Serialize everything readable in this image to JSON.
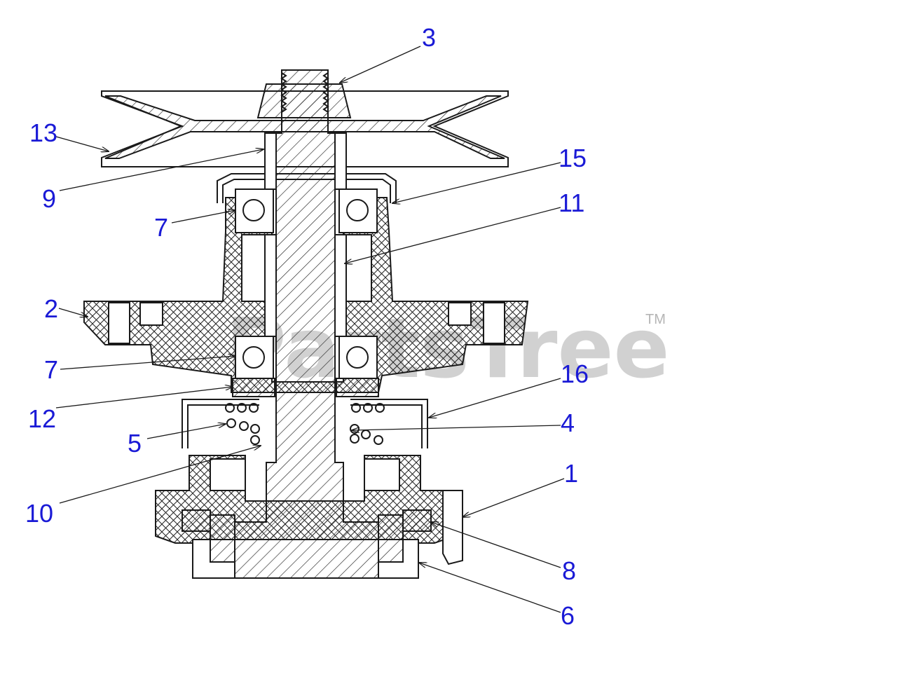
{
  "watermark": {
    "text": "PartsTree",
    "trademark": "TM"
  },
  "colors": {
    "callout": "#1a1ad6",
    "line": "#1a1a1a",
    "watermark": "#c9c9c9"
  },
  "callouts": [
    {
      "id": "c3",
      "label": "3"
    },
    {
      "id": "c13",
      "label": "13"
    },
    {
      "id": "c9",
      "label": "9"
    },
    {
      "id": "c15",
      "label": "15"
    },
    {
      "id": "c11",
      "label": "11"
    },
    {
      "id": "c7a",
      "label": "7"
    },
    {
      "id": "c2",
      "label": "2"
    },
    {
      "id": "c7b",
      "label": "7"
    },
    {
      "id": "c16",
      "label": "16"
    },
    {
      "id": "c12",
      "label": "12"
    },
    {
      "id": "c4",
      "label": "4"
    },
    {
      "id": "c5",
      "label": "5"
    },
    {
      "id": "c1",
      "label": "1"
    },
    {
      "id": "c10",
      "label": "10"
    },
    {
      "id": "c8",
      "label": "8"
    },
    {
      "id": "c6",
      "label": "6"
    }
  ]
}
